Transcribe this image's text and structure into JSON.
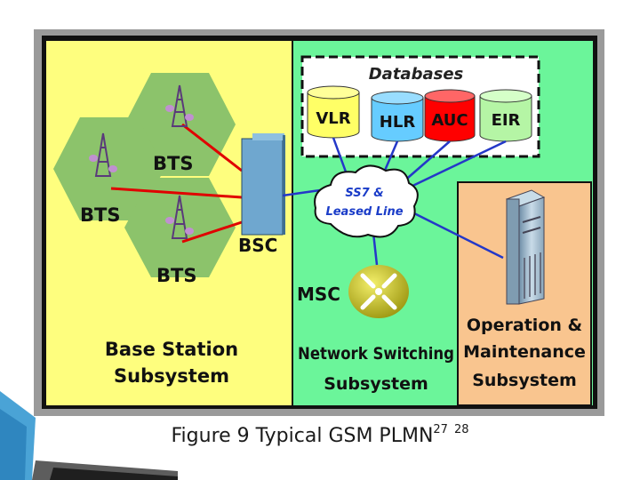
{
  "diagram": {
    "databases_label": "Databases",
    "db": {
      "vlr": "VLR",
      "hlr": "HLR",
      "auc": "AUC",
      "eir": "EIR"
    },
    "bts1": "BTS",
    "bts2": "BTS",
    "bts3": "BTS",
    "bsc": "BSC",
    "ss7_line1": "SS7 &",
    "ss7_line2": "Leased Line",
    "msc": "MSC",
    "bss_line1": "Base Station",
    "bss_line2": "Subsystem",
    "nss_line1": "Network Switching",
    "nss_line2": "Subsystem",
    "oms_line1": "Operation &",
    "oms_line2": "Maintenance",
    "oms_line3": "Subsystem"
  },
  "caption": {
    "text": "Figure 9 Typical GSM PLMN",
    "ref1": "27",
    "ref2": "28"
  },
  "colors": {
    "bss_bg": "#fefe7e",
    "nss_bg": "#6bf59a",
    "oms_bg": "#f9c58f",
    "hexagon": "#8cc36b",
    "bsc_box": "#6fa7cf",
    "vlr": "#ffff66",
    "hlr": "#66ccff",
    "auc": "#ff0000",
    "eir": "#b5f5a5",
    "msc": "#d6d22a",
    "red_link": "#e00000",
    "blue_link": "#2438c8"
  }
}
